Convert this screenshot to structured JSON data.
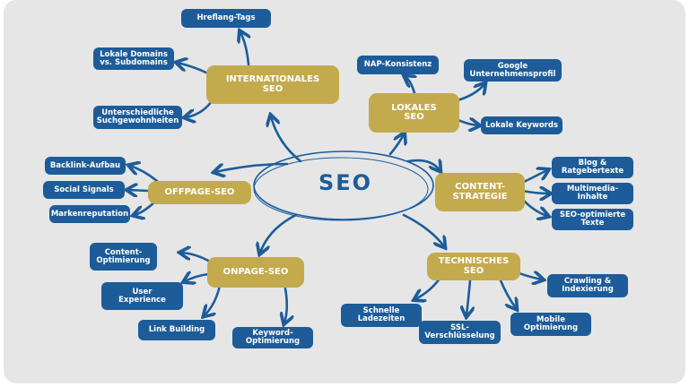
{
  "center": "SEO",
  "colors": {
    "leaf": "#1d5c99",
    "topic": "#c3aa4d",
    "background": "#e6e6e6"
  },
  "topics": {
    "international": {
      "label": "INTERNATIONALES\nSEO",
      "children": [
        "Hreflang-Tags",
        "Lokale Domains\nvs. Subdomains",
        "Unterschiedliche\nSuchgewohnheiten"
      ]
    },
    "offpage": {
      "label": "OFFPAGE-SEO",
      "children": [
        "Backlink-Aufbau",
        "Social Signals",
        "Markenreputation"
      ]
    },
    "lokal": {
      "label": "LOKALES\nSEO",
      "children": [
        "NAP-Konsistenz",
        "Google\nUnternehmensprofil",
        "Lokale Keywords"
      ]
    },
    "content": {
      "label": "CONTENT-\nSTRATEGIE",
      "children": [
        "Blog &\nRatgebertexte",
        "Multimedia-\nInhalte",
        "SEO-optimierte\nTexte"
      ]
    },
    "onpage": {
      "label": "ONPAGE-SEO",
      "children": [
        "Content-\nOptimierung",
        "User\nExperience",
        "Link Building",
        "Keyword-\nOptimierung"
      ]
    },
    "technisch": {
      "label": "TECHNISCHES\nSEO",
      "children": [
        "Crawling &\nIndexierung",
        "Schnelle\nLadezeiten",
        "SSL-\nVerschlüsselung",
        "Mobile\nOptimierung"
      ]
    }
  }
}
